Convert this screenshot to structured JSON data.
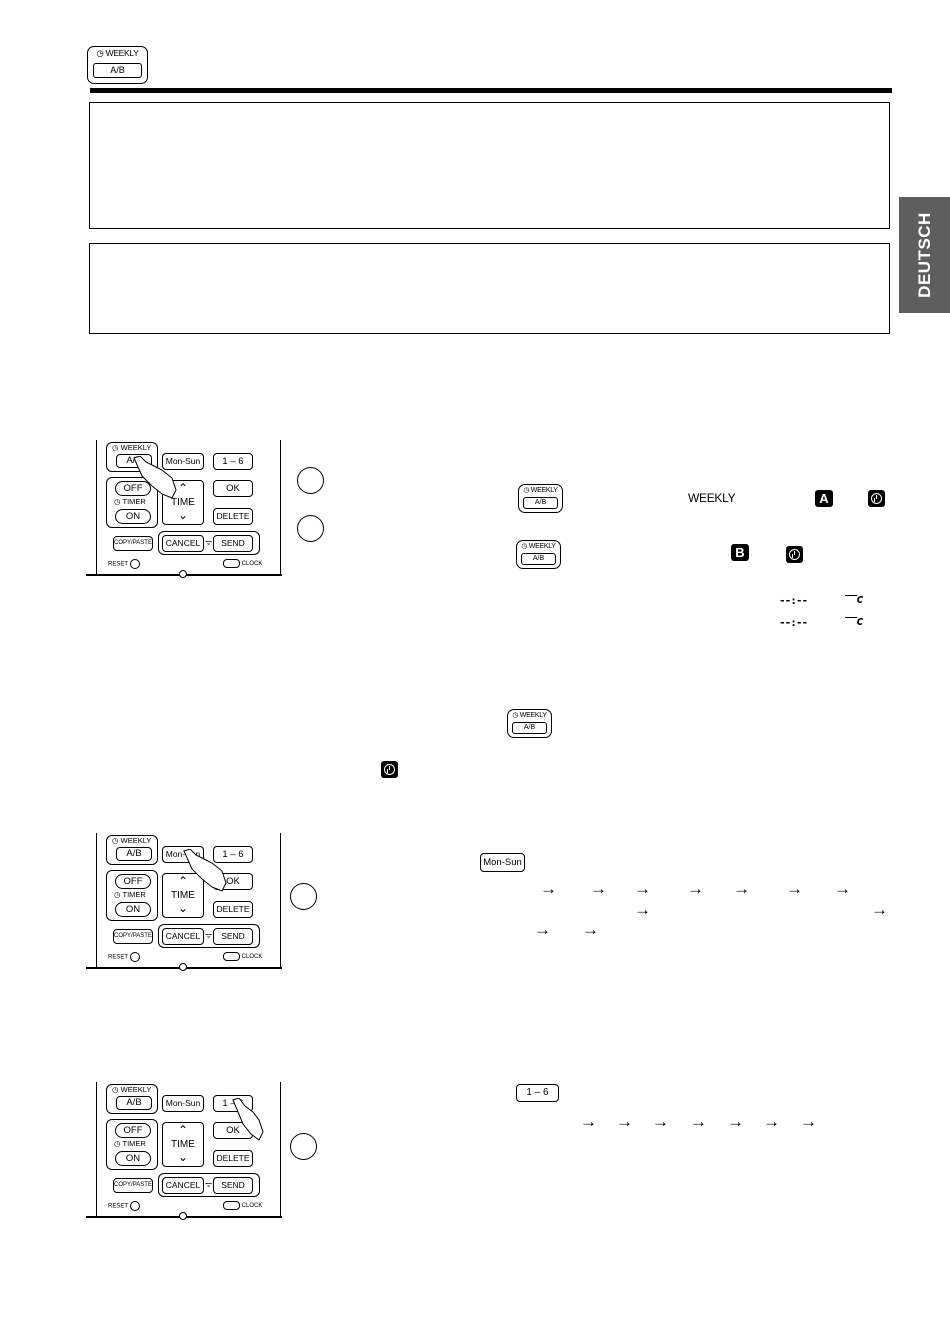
{
  "header_key": {
    "top": "WEEKLY",
    "bottom": "A/B"
  },
  "side_tab": {
    "label": "DEUTSCH"
  },
  "remote": {
    "weekly": "WEEKLY",
    "ab": "A/B",
    "mon_sun": "Mon-Sun",
    "one_six": "1 – 6",
    "off": "OFF",
    "timer": "TIMER",
    "on": "ON",
    "time": "TIME",
    "ok": "OK",
    "delete": "DELETE",
    "copy_paste": "COPY/PASTE",
    "cancel": "CANCEL",
    "send": "SEND",
    "reset": "RESET",
    "clock": "CLOCK"
  },
  "section1": {
    "weekly_word": "WEEKLY",
    "icon_a": "A",
    "icon_b": "B"
  },
  "keys": {
    "mon_sun": "Mon-Sun",
    "one_six": "1 – 6"
  },
  "display": {
    "segment": "c"
  }
}
